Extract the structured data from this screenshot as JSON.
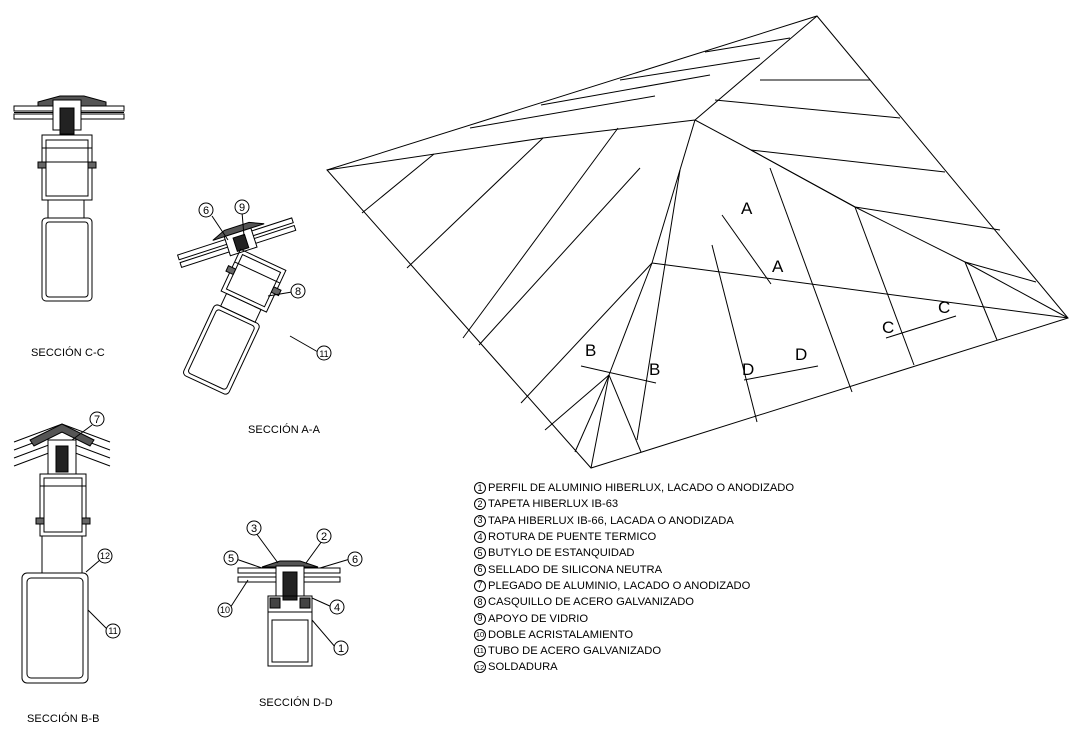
{
  "plan": {
    "cut_labels": [
      "A",
      "A",
      "B",
      "B",
      "C",
      "C",
      "D",
      "D"
    ]
  },
  "sections": {
    "cc": {
      "title": "SECCIÓN C-C"
    },
    "aa": {
      "title": "SECCIÓN A-A",
      "callouts": [
        "6",
        "9",
        "8",
        "11"
      ]
    },
    "bb": {
      "title": "SECCIÓN B-B",
      "callouts": [
        "7",
        "12",
        "11"
      ]
    },
    "dd": {
      "title": "SECCIÓN D-D",
      "callouts": [
        "3",
        "2",
        "5",
        "6",
        "10",
        "4",
        "1"
      ]
    }
  },
  "legend": [
    {
      "num": "1",
      "text": "PERFIL DE ALUMINIO HIBERLUX, LACADO O ANODIZADO"
    },
    {
      "num": "2",
      "text": "TAPETA HIBERLUX IB-63"
    },
    {
      "num": "3",
      "text": "TAPA HIBERLUX IB-66, LACADA O ANODIZADA"
    },
    {
      "num": "4",
      "text": "ROTURA DE PUENTE TERMICO"
    },
    {
      "num": "5",
      "text": "BUTYLO DE ESTANQUIDAD"
    },
    {
      "num": "6",
      "text": "SELLADO DE SILICONA NEUTRA"
    },
    {
      "num": "7",
      "text": "PLEGADO DE ALUMINIO, LACADO O ANODIZADO"
    },
    {
      "num": "8",
      "text": "CASQUILLO DE ACERO GALVANIZADO"
    },
    {
      "num": "9",
      "text": "APOYO DE VIDRIO"
    },
    {
      "num": "10",
      "text": " DOBLE ACRISTALAMIENTO"
    },
    {
      "num": "11",
      "text": " TUBO DE ACERO GALVANIZADO"
    },
    {
      "num": "12",
      "text": " SOLDADURA"
    }
  ]
}
